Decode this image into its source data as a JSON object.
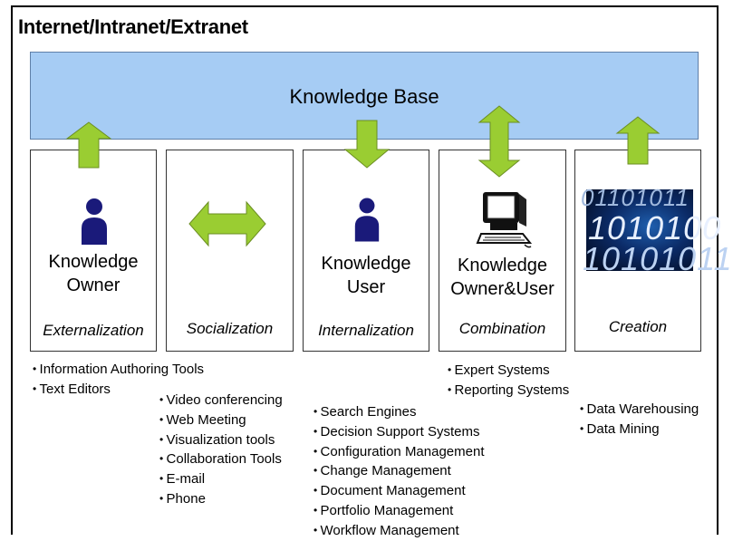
{
  "title": "Internet/Intranet/Extranet",
  "knowledge_base": "Knowledge Base",
  "columns": [
    {
      "role_line1": "Knowledge",
      "role_line2": "Owner",
      "mode": "Externalization",
      "arrow": "up",
      "icon": "person-icon"
    },
    {
      "role_line1": "",
      "role_line2": "",
      "mode": "Socialization",
      "arrow": "none",
      "icon": "double-arrow-icon"
    },
    {
      "role_line1": "Knowledge",
      "role_line2": "User",
      "mode": "Internalization",
      "arrow": "down",
      "icon": "person-icon"
    },
    {
      "role_line1": "Knowledge",
      "role_line2": "Owner&User",
      "mode": "Combination",
      "arrow": "both",
      "icon": "computer-icon"
    },
    {
      "role_line1": "",
      "role_line2": "",
      "mode": "Creation",
      "arrow": "up",
      "icon": "binary-data-image"
    }
  ],
  "binary_rows": [
    "01101011",
    "1010100",
    "10101011"
  ],
  "tool_lists": {
    "externalization": [
      "Information Authoring Tools",
      "Text Editors"
    ],
    "socialization": [
      "Video conferencing",
      "Web Meeting",
      "Visualization tools",
      "Collaboration Tools",
      "E-mail",
      "Phone"
    ],
    "internalization": [
      "Search Engines",
      "Decision Support Systems",
      "Configuration Management",
      "Change Management",
      "Document Management",
      "Portfolio Management",
      "Workflow Management"
    ],
    "combination": [
      "Expert Systems",
      "Reporting Systems"
    ],
    "creation": [
      "Data Warehousing",
      "Data Mining"
    ]
  },
  "colors": {
    "knowledge_base_fill": "#a6ccf4",
    "arrow_fill": "#9acd32",
    "arrow_stroke": "#6b8e23",
    "person": "#1a1a7a"
  }
}
